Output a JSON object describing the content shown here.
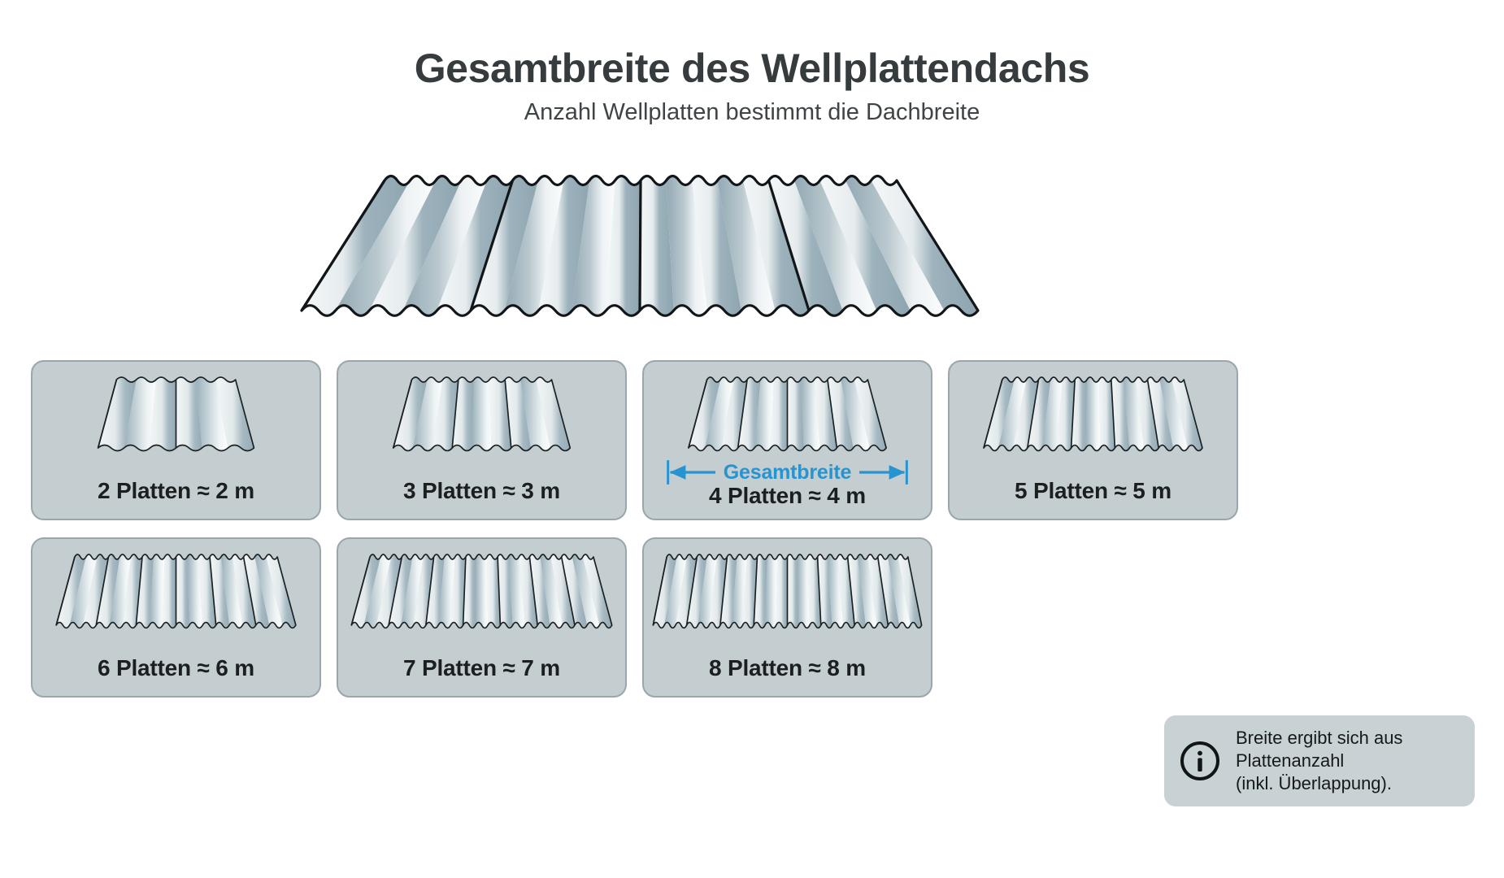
{
  "header": {
    "title": "Gesamtbreite des Wellplattendachs",
    "subtitle": "Anzahl Wellplatten bestimmt die Dachbreite"
  },
  "hero": {
    "name": "corrugated-roof-hero",
    "panels": 4,
    "waves_per_panel": 5
  },
  "cards": [
    {
      "label": "2 Platten ≈ 2 m",
      "panels": 2,
      "count": 2,
      "meters": 2,
      "annotation": null
    },
    {
      "label": "3 Platten ≈ 3 m",
      "panels": 3,
      "count": 3,
      "meters": 3,
      "annotation": null
    },
    {
      "label": "4 Platten ≈ 4 m",
      "panels": 4,
      "count": 4,
      "meters": 4,
      "annotation": "Gesamtbreite"
    },
    {
      "label": "5 Platten ≈ 5 m",
      "panels": 5,
      "count": 5,
      "meters": 5,
      "annotation": null
    },
    {
      "label": "6 Platten ≈ 6 m",
      "panels": 6,
      "count": 6,
      "meters": 6,
      "annotation": null
    },
    {
      "label": "7 Platten ≈ 7 m",
      "panels": 7,
      "count": 7,
      "meters": 7,
      "annotation": null
    },
    {
      "label": "8 Platten ≈ 8 m",
      "panels": 8,
      "count": 8,
      "meters": 8,
      "annotation": null
    }
  ],
  "info": {
    "icon": "info-circle-icon",
    "line1": "Breite ergibt sich aus",
    "line2": "Plattenanzahl",
    "line3": "(inkl. Überlappung)."
  },
  "colors": {
    "background": "#ffffff",
    "title_text": "#363b3d",
    "subtitle_text": "#3f4446",
    "card_fill": "#c4ced1",
    "card_border": "#9aa6aa",
    "card_label_text": "#1c1f20",
    "accent_blue": "#2793cf",
    "sheet_light": "#f2f5f6",
    "sheet_mid": "#d5dde0",
    "sheet_dark": "#8da5b0",
    "outline": "#14181a",
    "info_fill": "#c8d1d3"
  }
}
